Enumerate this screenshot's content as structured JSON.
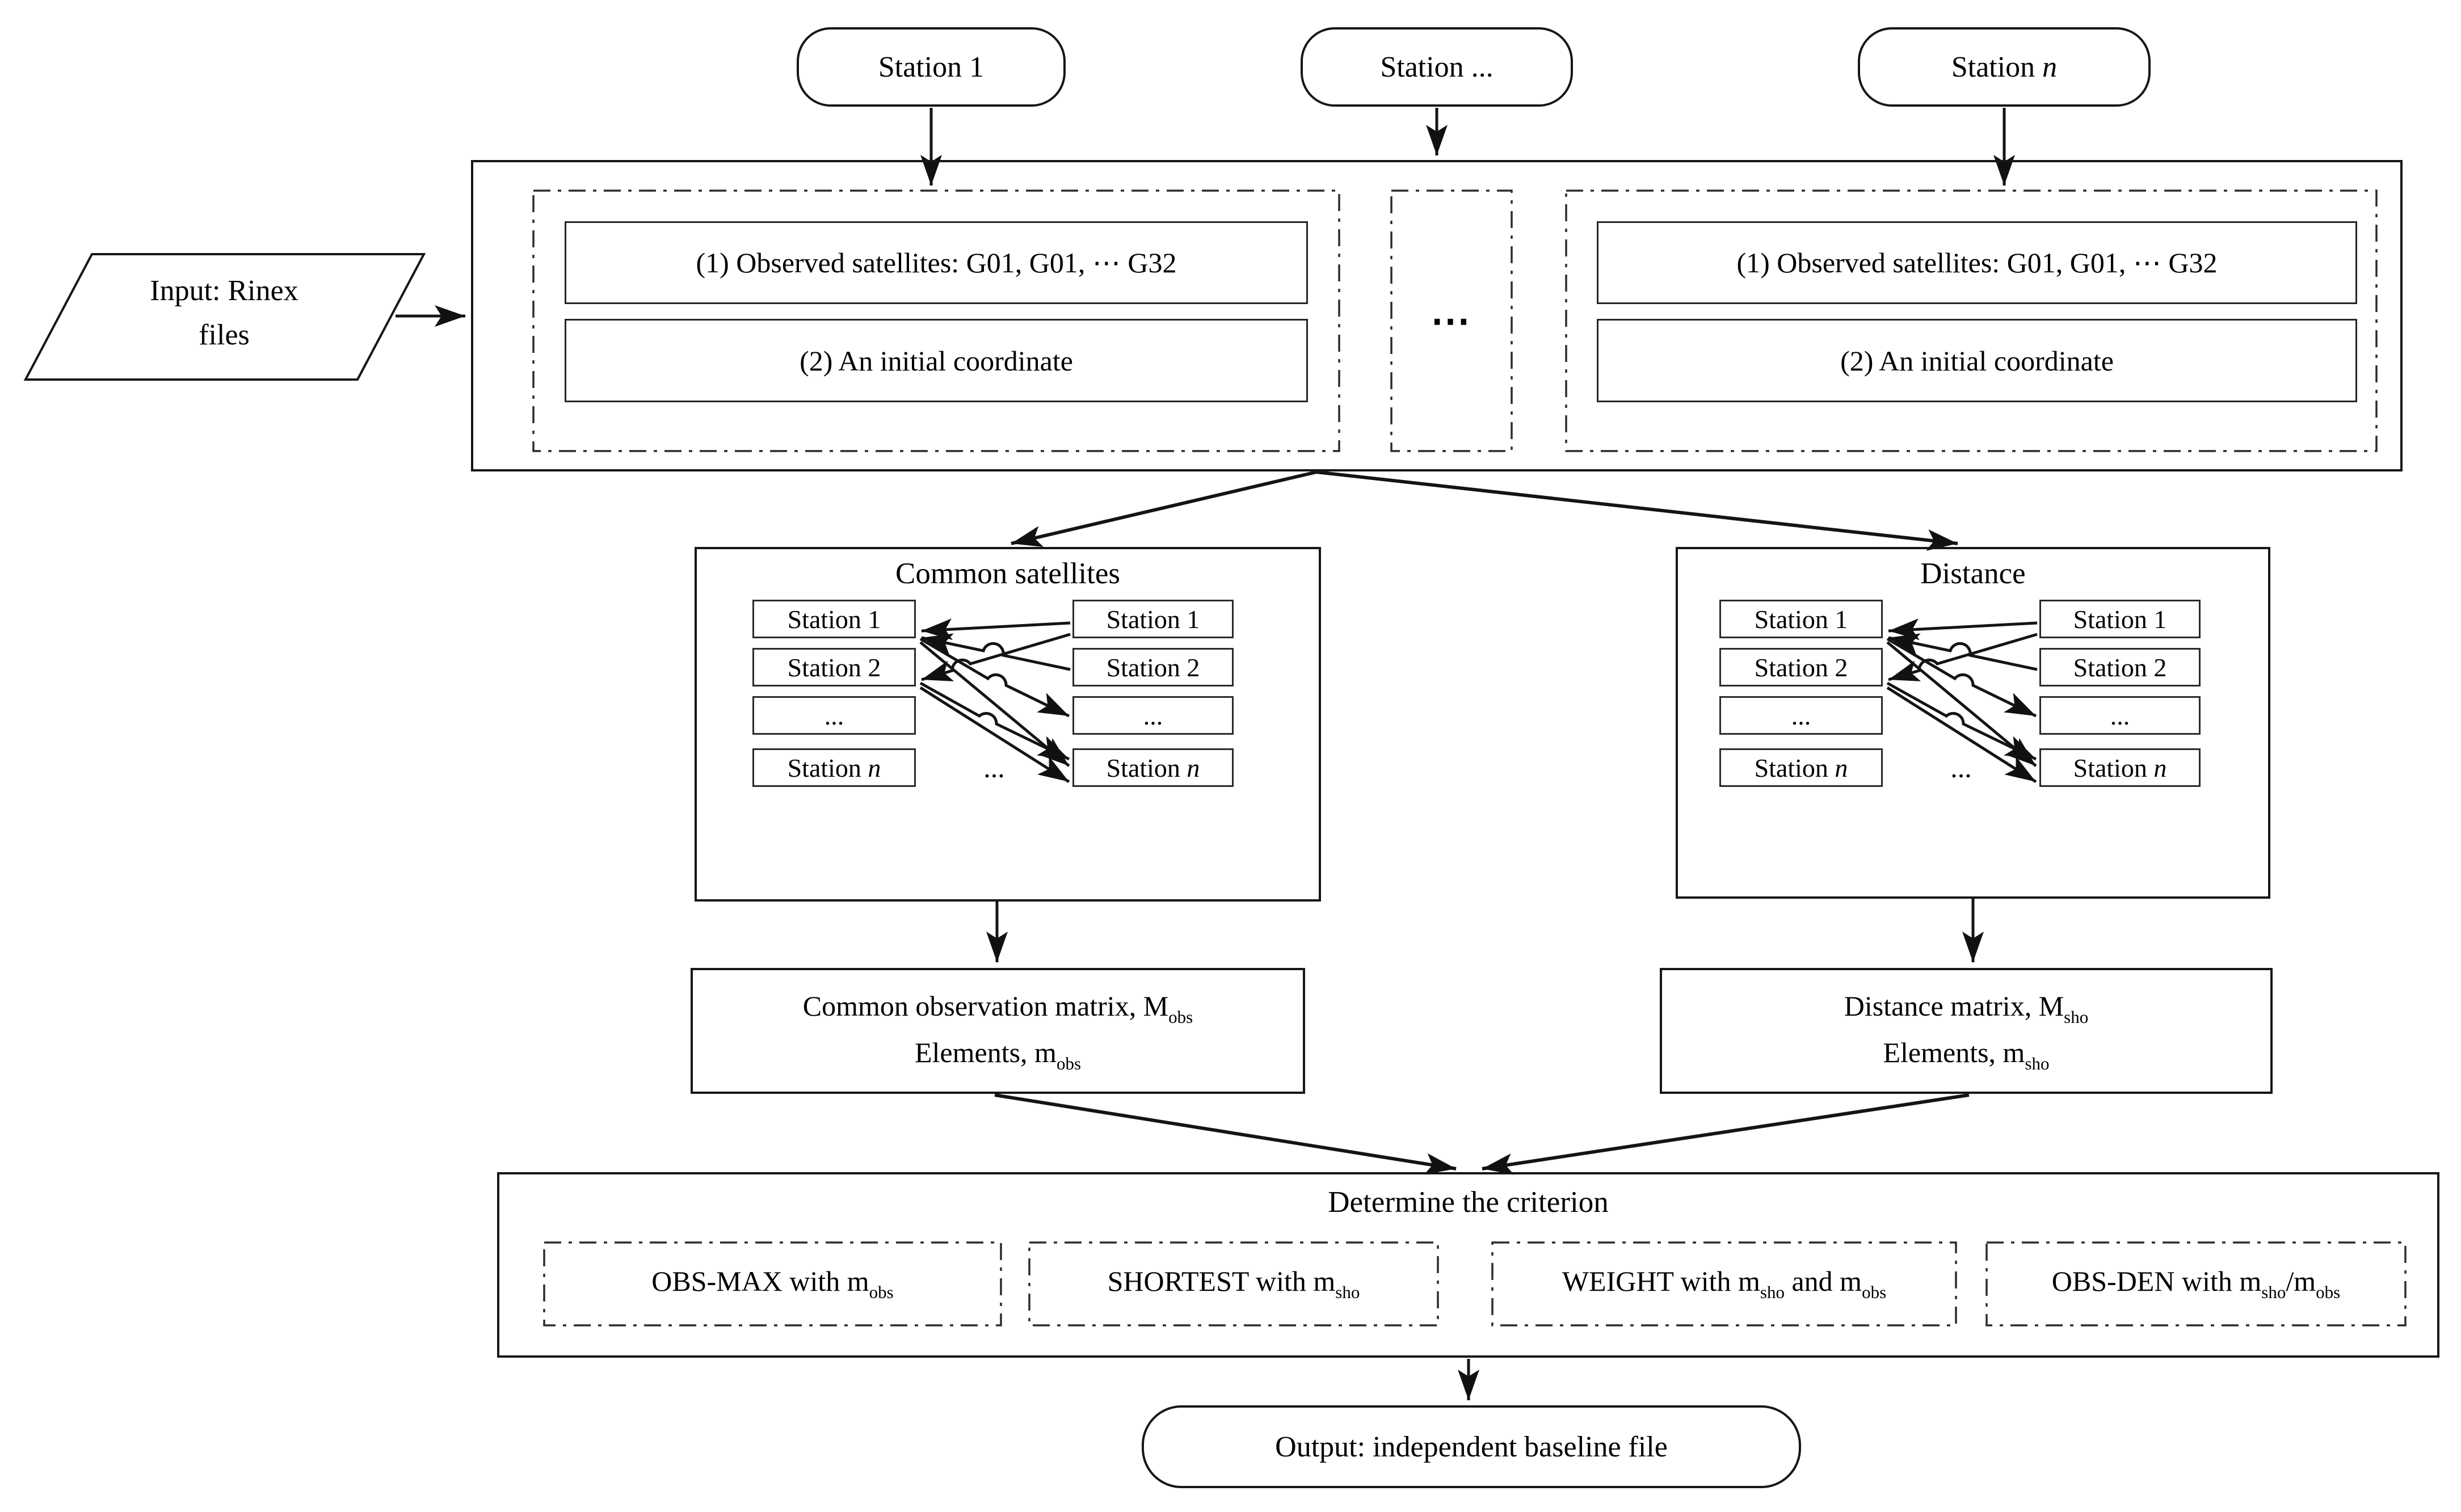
{
  "stations": {
    "station1": "Station 1",
    "station_mid": "Station ...",
    "stationN_prefix": "Station ",
    "stationN_var": "n"
  },
  "input_node": {
    "line1": "Input: Rinex",
    "line2": "files"
  },
  "station_data": {
    "observed": "(1) Observed satellites: G01, G01, ⋯ G32",
    "initial": "(2) An initial coordinate",
    "ellipsis": "⋯"
  },
  "station_list": {
    "row1": "Station 1",
    "row2": "Station 2",
    "row3": "...",
    "row4_prefix": "Station ",
    "row4_var": "n",
    "between": "..."
  },
  "common_panel": {
    "title": "Common satellites"
  },
  "distance_panel": {
    "title": "Distance"
  },
  "obs_matrix": {
    "line1": "Common observation matrix, M",
    "line1_sub": "obs",
    "line2": "Elements, m",
    "line2_sub": "obs"
  },
  "sho_matrix": {
    "line1": "Distance matrix, M",
    "line1_sub": "sho",
    "line2": "Elements, m",
    "line2_sub": "sho"
  },
  "criterion": {
    "title": "Determine the criterion",
    "opt1": {
      "t1": "OBS-MAX with m",
      "s1": "obs"
    },
    "opt2": {
      "t1": "SHORTEST with m",
      "s1": "sho"
    },
    "opt3": {
      "t1": "WEIGHT with m",
      "s1": "sho",
      "t2": " and m",
      "s2": "obs"
    },
    "opt4": {
      "t1": "OBS-DEN with m",
      "s1": "sho",
      "t2": "/m",
      "s2": "obs"
    }
  },
  "output_node": {
    "label": "Output: independent baseline file"
  },
  "colors": {
    "ink": "#161616",
    "background": "#ffffff"
  }
}
